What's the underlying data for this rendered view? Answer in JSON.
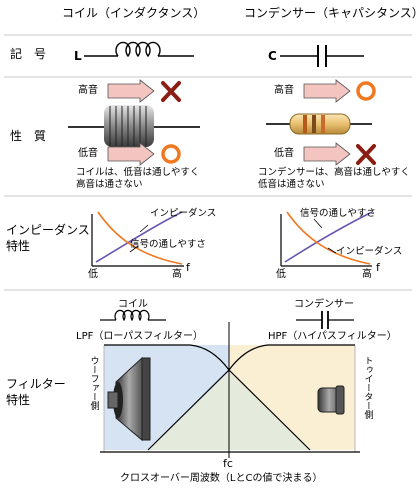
{
  "header": {
    "col_coil": "コイル（インダクタンス）",
    "col_capacitor": "コンデンサー（キャパシタンス）"
  },
  "rows": {
    "symbol": "記　号",
    "property": "性　質",
    "impedance": [
      "インピーダンス",
      "特性"
    ],
    "filter": [
      "フィルター",
      "特性"
    ]
  },
  "symbol_row": {
    "coil_letter": "L",
    "capacitor_letter": "C"
  },
  "property_row": {
    "high": "高音",
    "low": "低音",
    "coil_note": [
      "コイルは、低音は通しやすく",
      "高音は通さない"
    ],
    "cap_note": [
      "コンデンサーは、高音は通しやすく",
      "低音は通さない"
    ]
  },
  "impedance_row": {
    "coil_curve_impedance": "インピーダンス",
    "coil_curve_signal": "信号の通しやすさ",
    "cap_curve_signal": "信号の通しやすさ",
    "cap_curve_impedance": "インピーダンス",
    "x_low": "低",
    "x_high": "高",
    "x_f": "f"
  },
  "filter_row": {
    "coil_label": "コイル",
    "capacitor_label": "コンデンサー",
    "lpf": "LPF（ローパスフィルター）",
    "hpf": "HPF（ハイパスフィルター）",
    "woofer": "ウーファー側",
    "tweeter": "トゥイーター側",
    "fc": "fc",
    "crossover": "クロスオーバー周波数（LとCの値で決まる）"
  },
  "colors": {
    "arrow_fill": "#f3c4c0",
    "cross_mark": "#8b1e12",
    "circle_mark": "#f07820",
    "curve_purple": "#6a56b0",
    "curve_orange": "#f07820",
    "lpf_fill": "#d6e3f3",
    "hpf_fill": "#fbefd3",
    "overlap_fill": "#e4eadc",
    "panel_border": "#b8b8b8"
  }
}
